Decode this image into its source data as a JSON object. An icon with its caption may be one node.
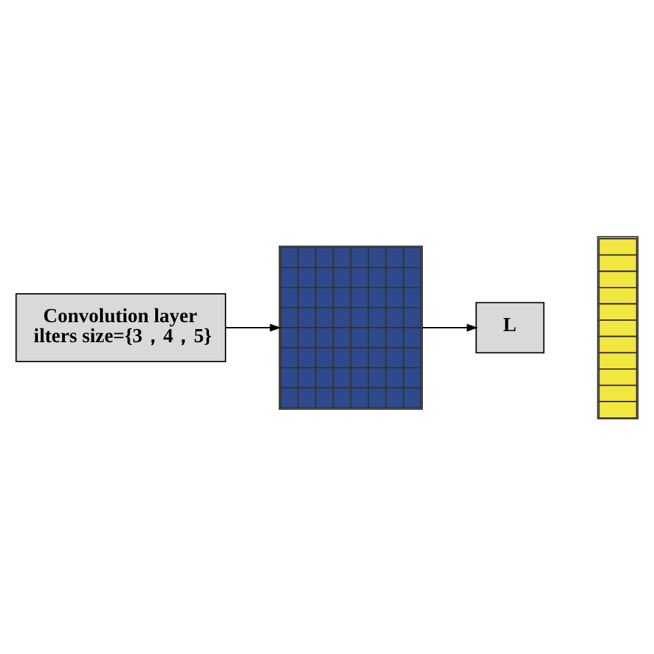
{
  "diagram": {
    "nodes": [
      {
        "text": [
          "Convolution layer",
          "ilters size={3，4，5}"
        ]
      },
      {
        "text": [],
        "shape": "grid"
      },
      {
        "text": [
          "L"
        ]
      },
      {
        "text": [],
        "shape": "bar"
      }
    ],
    "edges": [
      {
        "from": 0,
        "to": 1,
        "arrow": "to"
      },
      {
        "from": 1,
        "to": 2,
        "arrow": "to"
      }
    ]
  }
}
